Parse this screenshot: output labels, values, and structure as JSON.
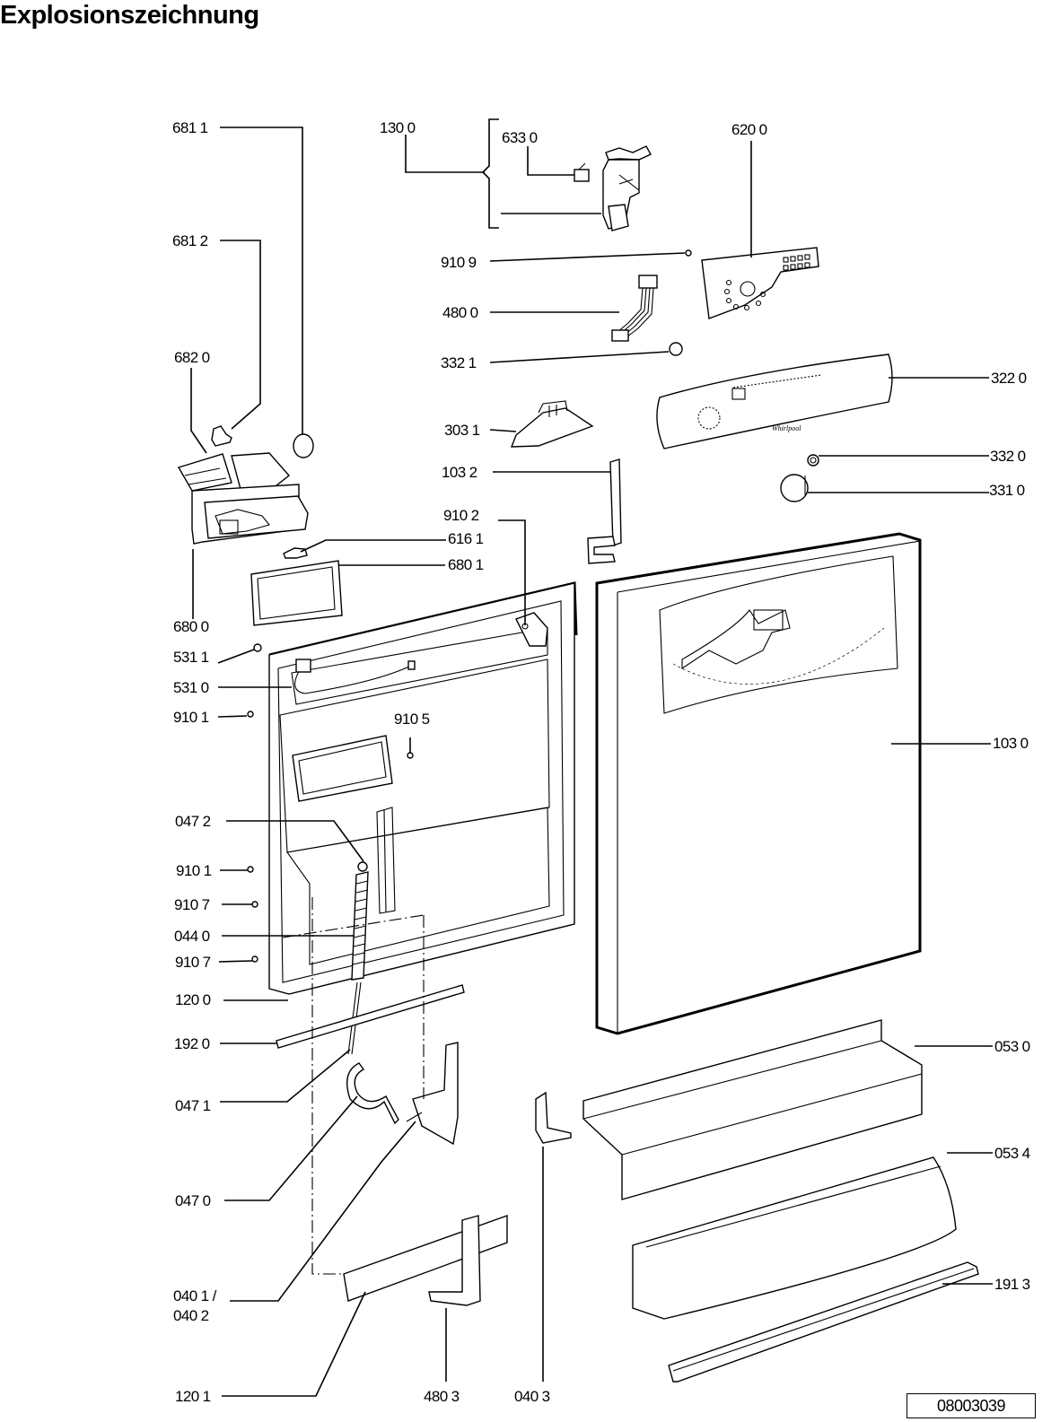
{
  "title": "Explosionszeichnung",
  "document_number": "08003039",
  "parts": {
    "p6811": "681 1",
    "p1300": "130 0",
    "p6330": "633 0",
    "p6200": "620 0",
    "p6812": "681 2",
    "p9109": "910 9",
    "p4800": "480 0",
    "p6820": "682 0",
    "p3321": "332 1",
    "p3220": "322 0",
    "p3031": "303 1",
    "p1032": "103 2",
    "p3320": "332 0",
    "p3310": "331 0",
    "p9102": "910 2",
    "p6161": "616 1",
    "p6801": "680 1",
    "p6800": "680 0",
    "p5311": "531 1",
    "p5310": "531 0",
    "p9101a": "910 1",
    "p9105": "910 5",
    "p1030": "103 0",
    "p0472": "047 2",
    "p9101b": "910 1",
    "p9107a": "910 7",
    "p0440": "044 0",
    "p9107b": "910 7",
    "p1200": "120 0",
    "p1920": "192 0",
    "p0530": "053 0",
    "p0471": "047 1",
    "p0534": "053 4",
    "p0470": "047 0",
    "p0401": "040 1 /",
    "p0402": "040 2",
    "p1913": "191 3",
    "p1201": "120 1",
    "p4803": "480 3",
    "p0403": "040 3"
  }
}
